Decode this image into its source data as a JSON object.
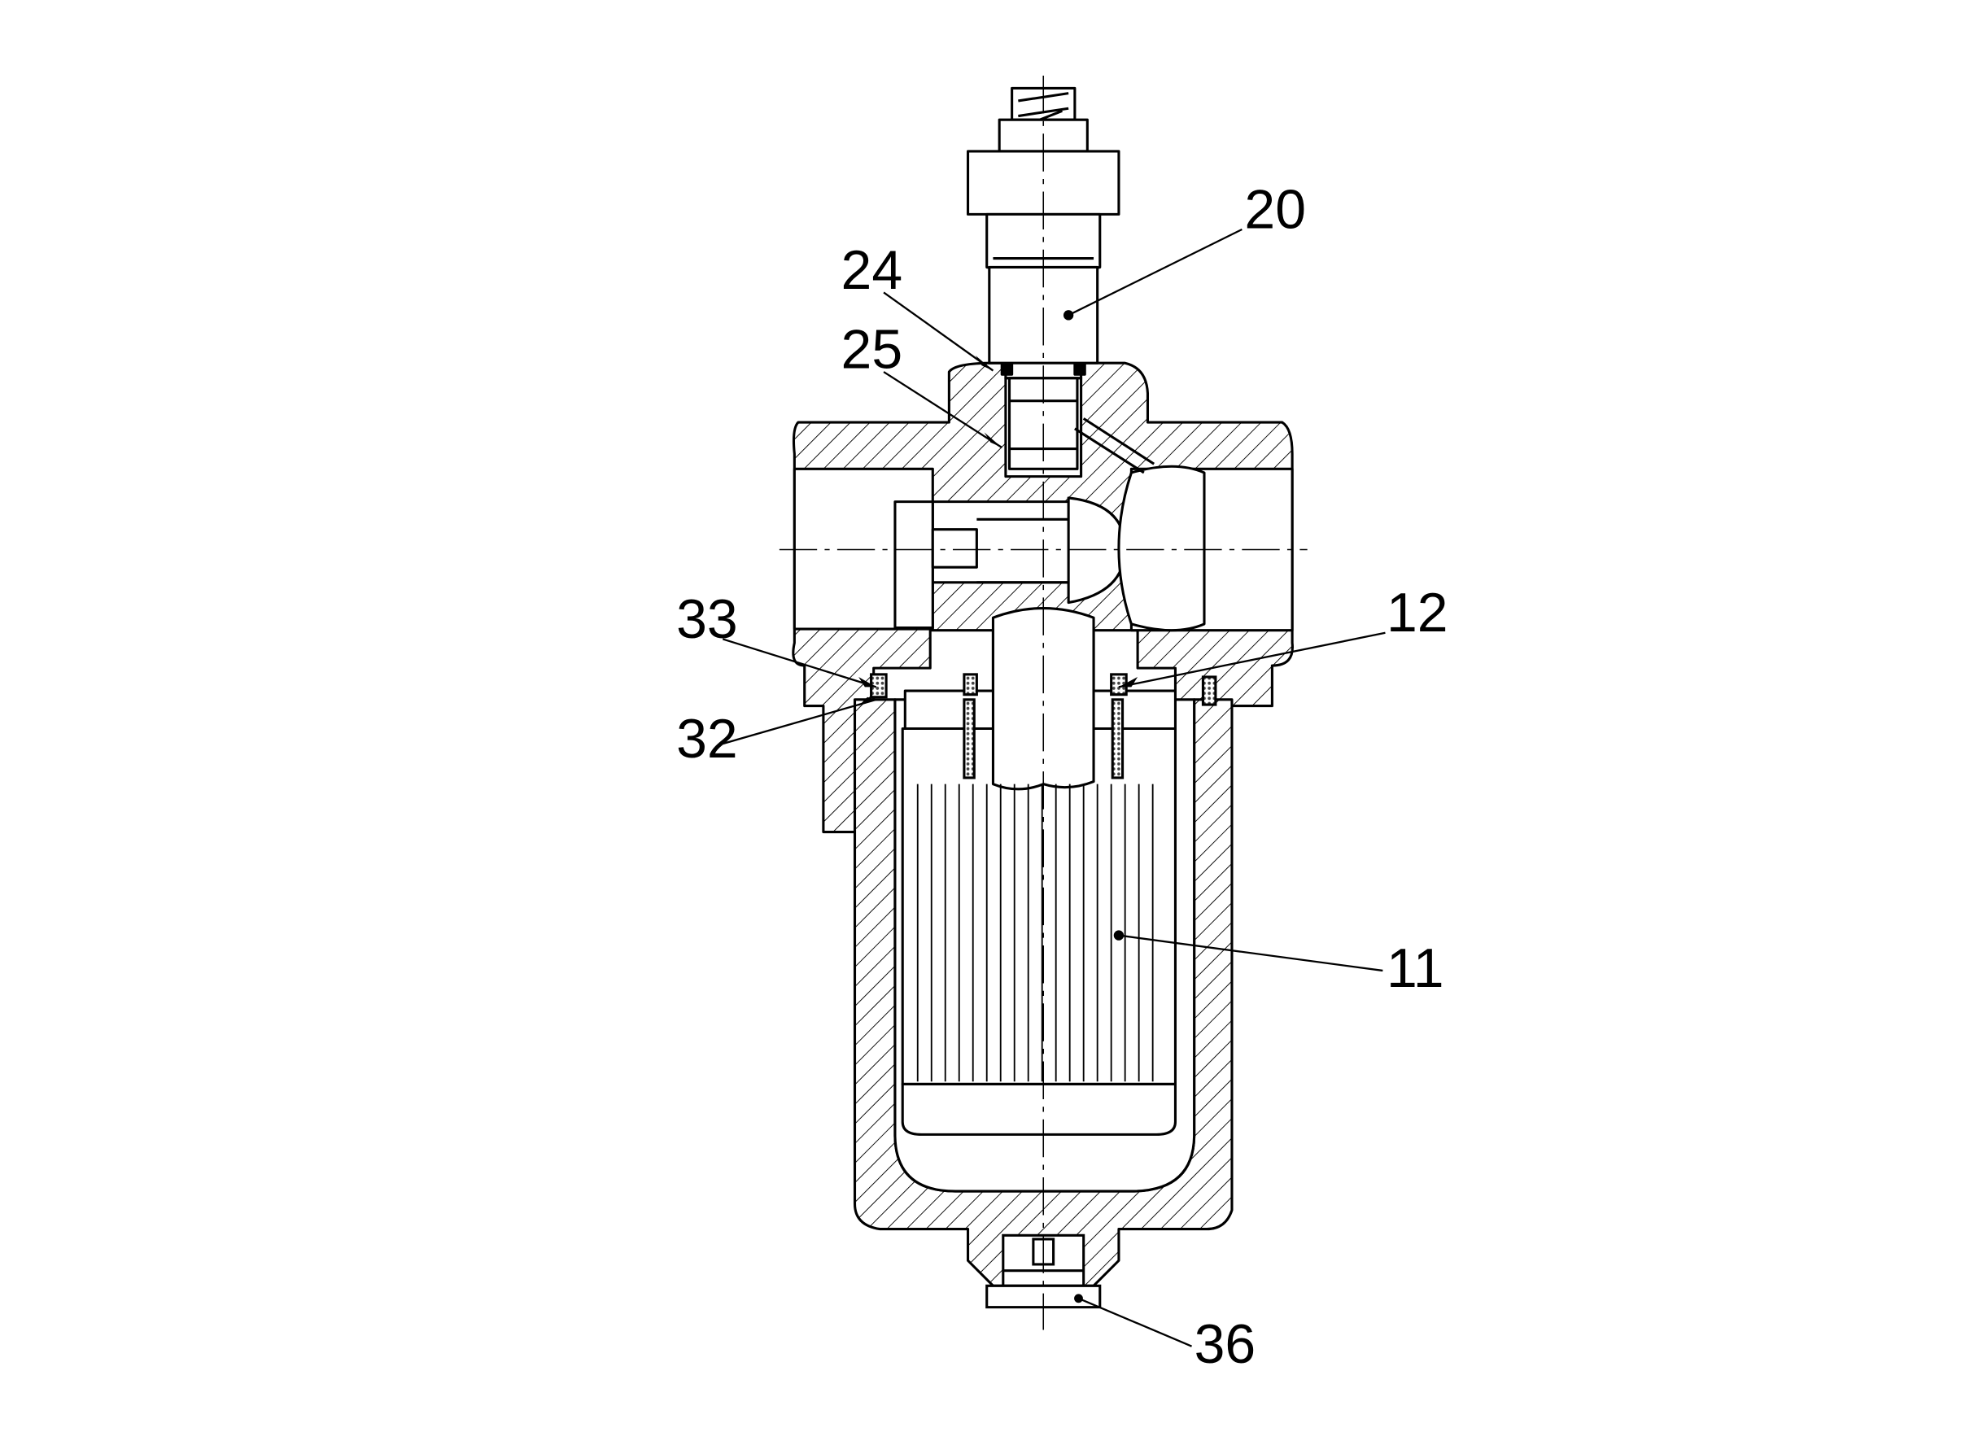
{
  "figure": {
    "labels": {
      "l20": "20",
      "l24": "24",
      "l25": "25",
      "l33": "33",
      "l32": "32",
      "l12": "12",
      "l11": "11",
      "l36": "36"
    }
  },
  "colors": {
    "line": "#000000",
    "background": "#ffffff",
    "seal_fill": "#555555"
  }
}
